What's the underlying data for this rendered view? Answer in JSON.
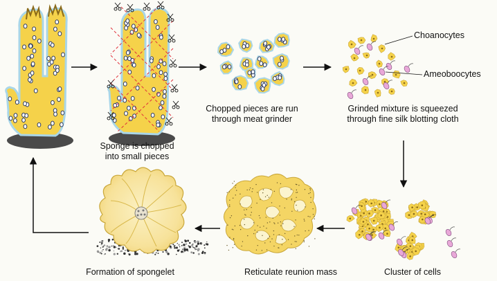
{
  "steps": {
    "chop": {
      "line1": "Sponge is chopped",
      "line2": "into small pieces"
    },
    "grinder": {
      "line1": "Chopped pieces are run",
      "line2": "through meat grinder"
    },
    "squeeze": {
      "line1": "Grinded mixture is squeezed",
      "line2": "through fine silk blotting cloth"
    },
    "cluster": {
      "label": "Cluster of cells"
    },
    "reticulate": {
      "label": "Reticulate reunion mass"
    },
    "spongelet": {
      "label": "Formation of spongelet"
    }
  },
  "cell_types": {
    "choanocytes": "Choanocytes",
    "amoebocytes": "Ameoboocytes"
  },
  "colors": {
    "sponge_yellow": "#f5d24a",
    "sponge_outline": "#a9d6e8",
    "cell_dot": "#2d3b63",
    "choanocyte_pink": "#e9a8d8",
    "base_gray": "#555555",
    "cut_line": "#e0303a"
  },
  "icons": [
    "scissors-icon",
    "arrow-icon"
  ]
}
